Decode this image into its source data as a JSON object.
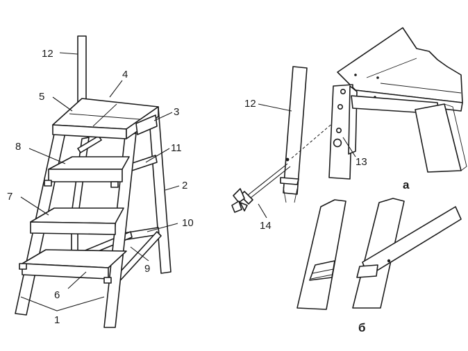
{
  "figure": {
    "callouts": [
      "1",
      "2",
      "3",
      "4",
      "5",
      "6",
      "7",
      "8",
      "9",
      "10",
      "11",
      "12",
      "13",
      "14"
    ],
    "panel_labels": {
      "a": "а",
      "b": "б"
    }
  }
}
